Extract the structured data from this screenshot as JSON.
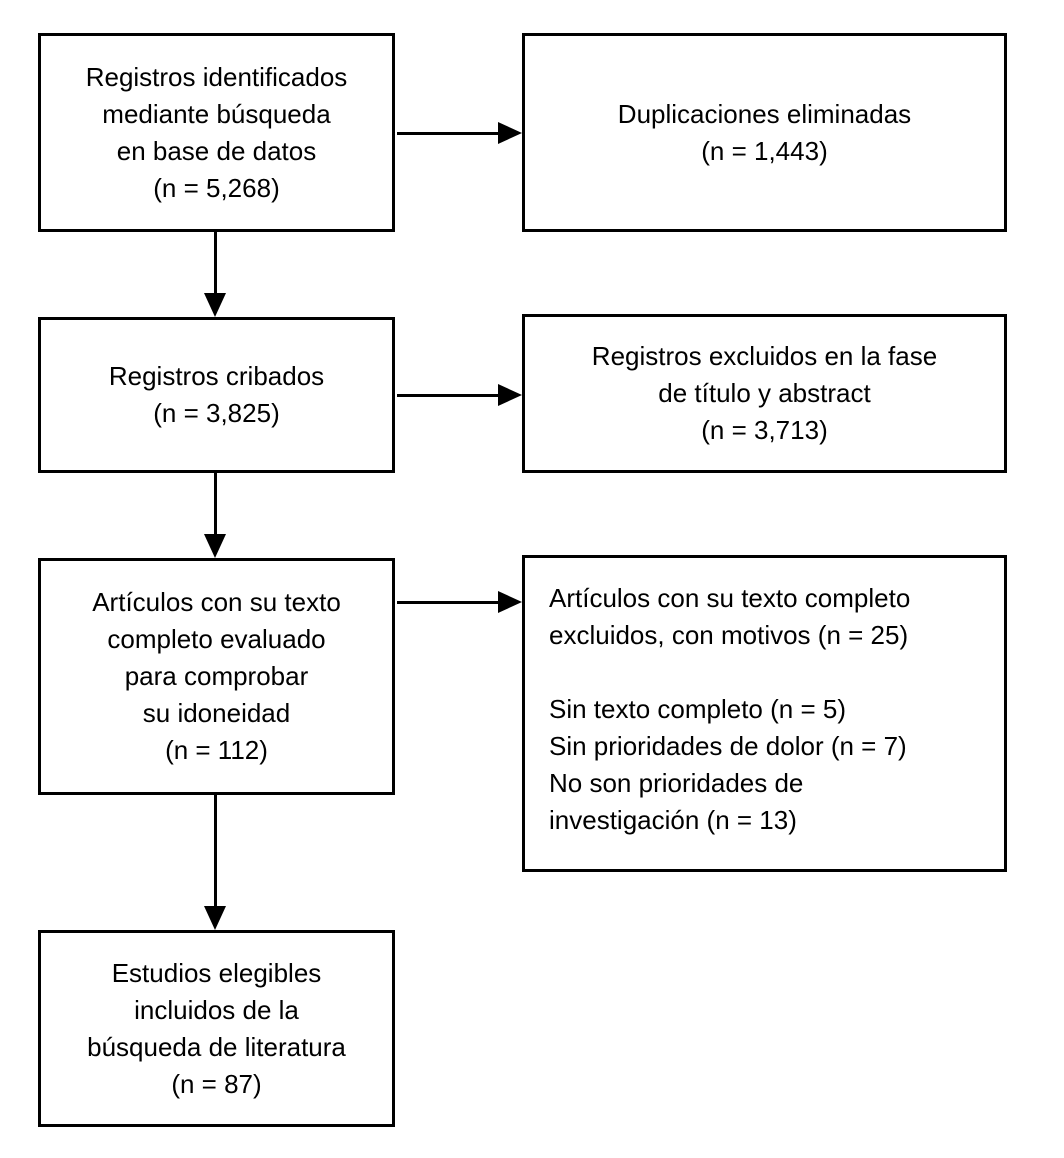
{
  "diagram": {
    "type": "prisma-flowchart",
    "language": "es",
    "colors": {
      "box_border": "#000000",
      "box_background": "#ffffff",
      "text": "#000000",
      "arrow": "#000000"
    },
    "boxes": {
      "identified": {
        "text": "Registros identificados\nmediante búsqueda\nen base de datos\n(n = 5,268)",
        "count": "5,268"
      },
      "duplicates": {
        "text": "Duplicaciones eliminadas\n(n = 1,443)",
        "count": "1,443"
      },
      "screened": {
        "text": "Registros cribados\n(n = 3,825)",
        "count": "3,825"
      },
      "excluded_title_abstract": {
        "text": "Registros excluidos en la fase\nde título y abstract\n(n = 3,713)",
        "count": "3,713"
      },
      "fulltext_assessed": {
        "text": "Artículos con su texto\ncompleto evaluado\npara comprobar\nsu idoneidad\n(n = 112)",
        "count": "112"
      },
      "fulltext_excluded": {
        "text": "Artículos con su texto completo\nexcluidos, con motivos (n = 25)\n\nSin texto completo (n = 5)\nSin prioridades de dolor (n = 7)\nNo son prioridades de\ninvestigación (n = 13)",
        "count": "25"
      },
      "included": {
        "text": "Estudios elegibles\nincluidos de la\nbúsqueda de literatura\n(n = 87)",
        "count": "87"
      }
    }
  }
}
